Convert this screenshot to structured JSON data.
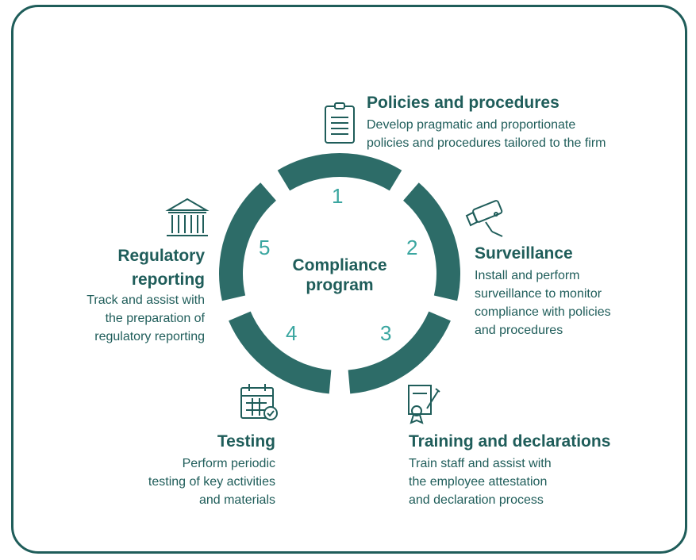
{
  "center": {
    "line1": "Compliance",
    "line2": "program"
  },
  "steps": [
    {
      "number": "1",
      "title": "Policies and procedures",
      "desc": [
        "Develop pragmatic and proportionate",
        "policies and procedures tailored to the firm"
      ],
      "icon": "clipboard-icon"
    },
    {
      "number": "2",
      "title": "Surveillance",
      "desc": [
        "Install and perform",
        "surveillance to monitor",
        "compliance with policies",
        "and procedures"
      ],
      "icon": "cctv-camera-icon"
    },
    {
      "number": "3",
      "title": "Training and declarations",
      "desc": [
        "Train staff and assist with",
        "the employee attestation",
        "and declaration process"
      ],
      "icon": "certificate-icon"
    },
    {
      "number": "4",
      "title": "Testing",
      "desc": [
        "Perform periodic",
        "testing of key activities",
        "and materials"
      ],
      "icon": "calendar-check-icon"
    },
    {
      "number": "5",
      "title": "Regulatory",
      "title2": "reporting",
      "desc": [
        "Track and assist with",
        "the preparation of",
        "regulatory reporting"
      ],
      "icon": "bank-building-icon"
    }
  ],
  "colors": {
    "ring": "#2d6c68",
    "text": "#1f5d5a",
    "number": "#3aa6a0",
    "border": "#1f5d5a"
  }
}
